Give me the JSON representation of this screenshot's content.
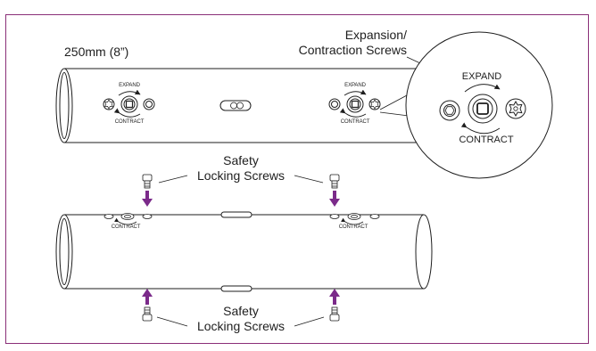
{
  "labels": {
    "size": "250mm (8”)",
    "expansion_line1": "Expansion/",
    "expansion_line2": "Contraction Screws",
    "expand": "EXPAND",
    "contract": "CONTRACT",
    "safety_line1": "Safety",
    "safety_line2": "Locking Screws"
  },
  "colors": {
    "frame": "#8a2f78",
    "arrow": "#7b2a8a",
    "line": "#1e1e1e"
  }
}
